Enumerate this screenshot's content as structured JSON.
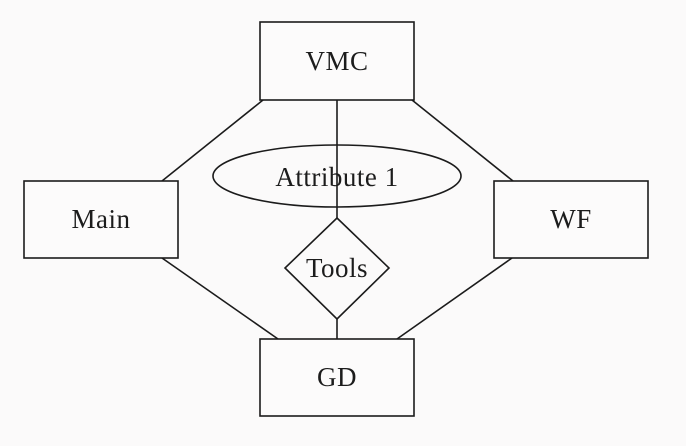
{
  "diagram": {
    "type": "entity-relationship-diagram",
    "colors": {
      "background": "#fbfafa",
      "stroke": "#1b1b1b",
      "text": "#1c1c1c",
      "node_fill": "#fcfbfb"
    },
    "nodes": {
      "vmc": {
        "label": "VMC",
        "shape": "rectangle",
        "position": "top-center"
      },
      "main": {
        "label": "Main",
        "shape": "rectangle",
        "position": "middle-left"
      },
      "wf": {
        "label": "WF",
        "shape": "rectangle",
        "position": "middle-right"
      },
      "gd": {
        "label": "GD",
        "shape": "rectangle",
        "position": "bottom-center"
      },
      "attribute1": {
        "label": "Attribute 1",
        "shape": "ellipse",
        "position": "center-upper"
      },
      "tools": {
        "label": "Tools",
        "shape": "diamond",
        "position": "center-lower"
      }
    },
    "edges": [
      {
        "from": "VMC",
        "to": "Main"
      },
      {
        "from": "VMC",
        "to": "WF"
      },
      {
        "from": "VMC",
        "to": "Tools",
        "passes_through": "Attribute 1"
      },
      {
        "from": "Tools",
        "to": "GD"
      },
      {
        "from": "Main",
        "to": "GD"
      },
      {
        "from": "WF",
        "to": "GD"
      }
    ]
  }
}
